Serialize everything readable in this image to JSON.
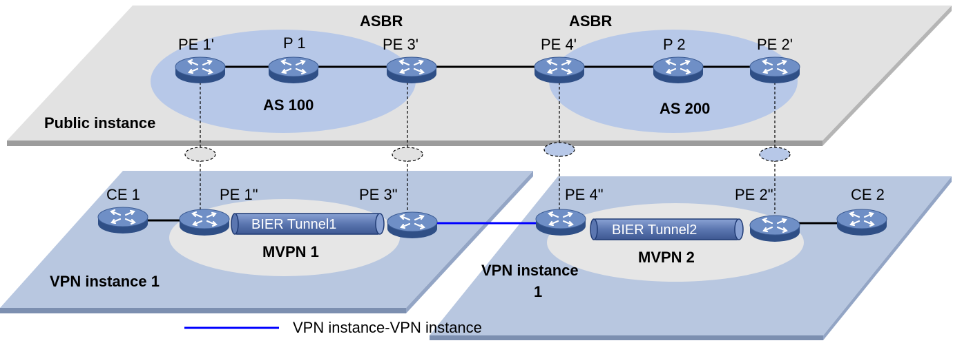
{
  "planes": {
    "public": {
      "label": "Public instance"
    },
    "vpn_left": {
      "label": "VPN instance 1"
    },
    "vpn_right": {
      "label_line1": "VPN instance",
      "label_line2": "1"
    }
  },
  "as_regions": {
    "as100": "AS 100",
    "as200": "AS 200"
  },
  "asbr_labels": [
    "ASBR",
    "ASBR"
  ],
  "mvpn_labels": [
    "MVPN 1",
    "MVPN 2"
  ],
  "devices": {
    "pe1p": "PE 1'",
    "p1": "P 1",
    "pe3p": "PE 3'",
    "pe4p": "PE 4'",
    "p2": "P 2",
    "pe2p": "PE 2'",
    "ce1": "CE 1",
    "pe1pp": "PE 1\"",
    "pe3pp": "PE 3\"",
    "pe4pp": "PE 4\"",
    "pe2pp": "PE 2\"",
    "ce2": "CE 2"
  },
  "tunnels": [
    "BIER Tunnel1",
    "BIER Tunnel2"
  ],
  "legend": {
    "label": "VPN instance-VPN instance",
    "color": "#0000ff"
  },
  "colors": {
    "public_plane": "#e2e2e2",
    "vpn_plane": "#b8c7e0",
    "region": "#b7c8e8",
    "mvpn_region": "#e6e6e6",
    "router_body": "#5e7fb8",
    "tunnel": "#6b84bb"
  }
}
